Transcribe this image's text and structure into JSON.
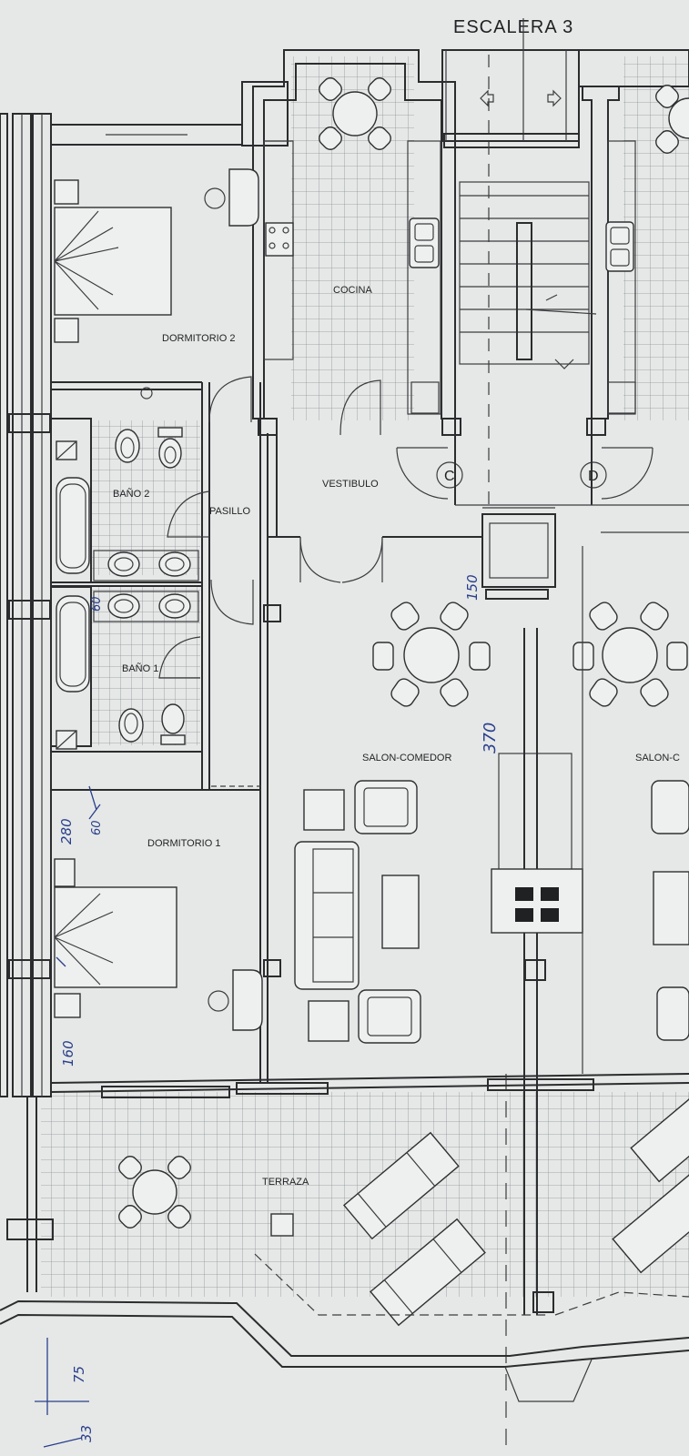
{
  "plan": {
    "stair_label": "ESCALERA 3",
    "rooms": {
      "cocina": "COCINA",
      "dormitorio2": "DORMITORIO 2",
      "vestibulo": "VESTIBULO",
      "pasillo": "PASILLO",
      "bano2": "BAÑO 2",
      "bano1": "BAÑO 1",
      "salon": "SALON-COMEDOR",
      "salon_right": "SALON-C",
      "dormitorio1": "DORMITORIO 1",
      "terraza": "TERRAZA"
    },
    "doors": {
      "c": "C",
      "d": "D"
    },
    "handwritten": {
      "n150": "150",
      "n370": "370",
      "n60a": "60",
      "n280": "280",
      "n60b": "60",
      "n160": "160",
      "n75": "75",
      "n33": "33"
    }
  }
}
